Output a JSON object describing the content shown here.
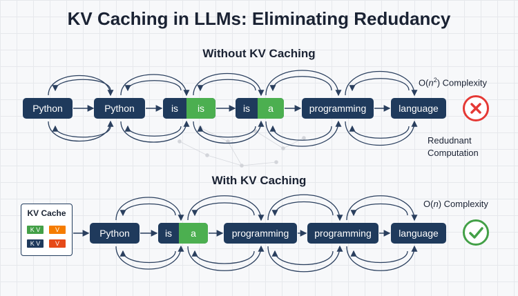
{
  "title": "KV Caching in LLMs: Eliminating Redudancy",
  "without": {
    "heading": "Without KV Caching",
    "tokens": [
      "Python",
      "Python",
      "is",
      "is",
      "is",
      "a",
      "programming",
      "language"
    ],
    "complexity_prefix": "O(",
    "complexity_var": "n",
    "complexity_exp": "2",
    "complexity_suffix": ") Complexity",
    "redundant_line1": "Redudnant",
    "redundant_line2": "Computation",
    "status_icon": "x-icon"
  },
  "with": {
    "heading": "With KV Caching",
    "tokens": [
      "Python",
      "is",
      "a",
      "programming",
      "programming",
      "language"
    ],
    "complexity_prefix": "O(",
    "complexity_var": "n",
    "complexity_suffix": ") Complexity",
    "status_icon": "check-icon"
  },
  "cache": {
    "title": "KV Cache",
    "rows": [
      {
        "k": "K V",
        "v": "V"
      },
      {
        "k": "K V",
        "v": "V"
      }
    ]
  },
  "colors": {
    "token": "#1f3a5c",
    "highlight": "#4caf50",
    "fail": "#e53935",
    "success": "#43a047",
    "value_chip": "#f57c00",
    "value_chip_dark": "#e64a19"
  }
}
